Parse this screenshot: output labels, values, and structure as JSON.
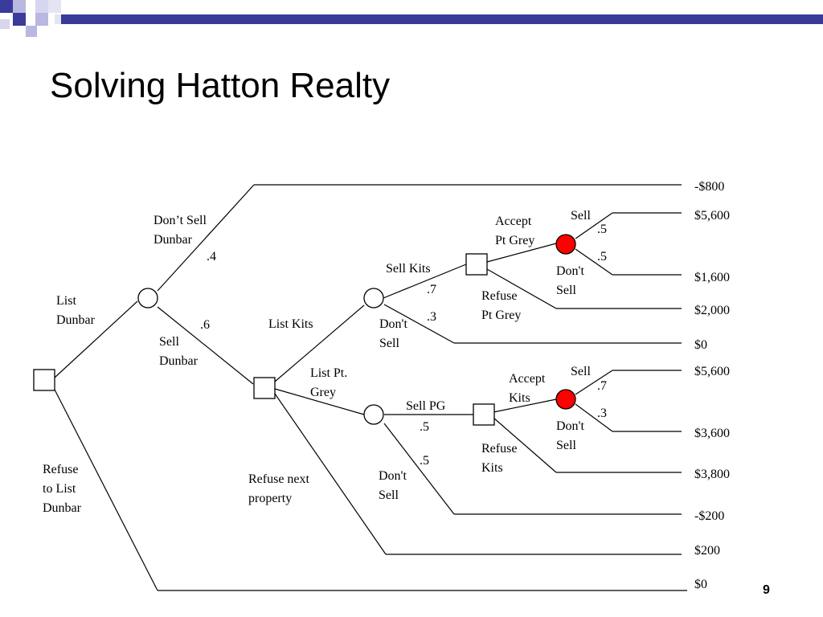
{
  "slide": {
    "title": "Solving Hatton Realty",
    "page_number": "9",
    "colors": {
      "title_bar_blue": "#3a3a9a",
      "highlight_node": "#ff0000"
    }
  },
  "tree": {
    "labels": {
      "list_dunbar": [
        "List",
        "Dunbar"
      ],
      "refuse_list": [
        "Refuse",
        "to List",
        "Dunbar"
      ],
      "dont_sell_dunbar": [
        "Don’t Sell",
        "Dunbar"
      ],
      "prob_dont_sell_dunbar": ".4",
      "sell_dunbar": [
        "Sell",
        "Dunbar"
      ],
      "prob_sell_dunbar": ".6",
      "list_kits": "List Kits",
      "list_ptgrey": [
        "List Pt.",
        "Grey"
      ],
      "refuse_next": [
        "Refuse next",
        "property"
      ],
      "sell_kits": "Sell Kits",
      "prob_sell_kits": ".7",
      "dont_sell_kits": [
        "Don't",
        "Sell"
      ],
      "prob_dont_sell_kits": ".3",
      "accept_ptgrey": [
        "Accept",
        "Pt Grey"
      ],
      "refuse_ptgrey": [
        "Refuse",
        "Pt Grey"
      ],
      "sell_a": "Sell",
      "prob_sell_a": ".5",
      "dont_sell_a": [
        "Don't",
        "Sell"
      ],
      "prob_dont_sell_a": ".5",
      "sell_pg": "Sell PG",
      "prob_sell_pg": ".5",
      "dont_sell_pg": [
        "Don't",
        "Sell"
      ],
      "prob_dont_sell_pg": ".5",
      "accept_kits": [
        "Accept",
        "Kits"
      ],
      "refuse_kits": [
        "Refuse",
        "Kits"
      ],
      "sell_b": "Sell",
      "prob_sell_b": ".7",
      "dont_sell_b": [
        "Don't",
        "Sell"
      ],
      "prob_dont_sell_b": ".3"
    },
    "payoffs": [
      "-$800",
      "$5,600",
      "$1,600",
      "$2,000",
      "$0",
      "$5,600",
      "$3,600",
      "$3,800",
      "-$200",
      "$200",
      "$0"
    ]
  }
}
